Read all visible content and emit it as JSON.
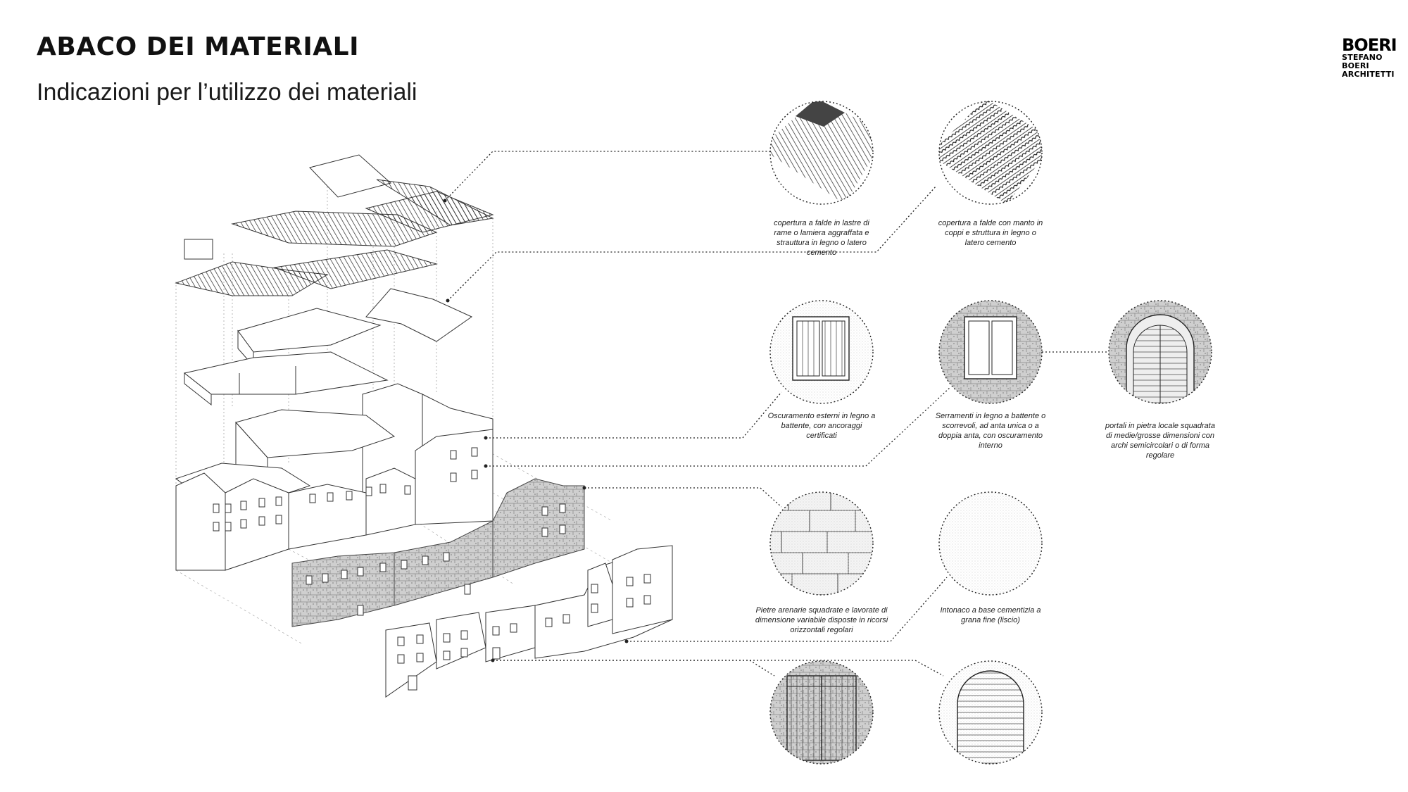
{
  "header": {
    "title": "ABACO DEI MATERIALI",
    "subtitle": "Indicazioni per l’utilizzo dei materiali"
  },
  "logo": {
    "mark": "BOERI",
    "line1": "STEFANO",
    "line2": "BOERI",
    "line3": "ARCHITETTI"
  },
  "materials": [
    {
      "id": "roof-copper",
      "caption": "copertura a falde in lastre di rame o lamiera aggraffata e strauttura in legno o latero cemento"
    },
    {
      "id": "roof-tiles",
      "caption": "copertura a falde con manto in coppi e struttura in legno o latero cemento"
    },
    {
      "id": "shutters",
      "caption": "Oscuramento esterni in legno a battente, con ancoraggi certificati"
    },
    {
      "id": "windows",
      "caption": "Serramenti in legno a battente o scorrevoli, ad anta unica o a doppia anta, con oscuramento interno"
    },
    {
      "id": "stone-portal",
      "caption": "portali in pietra locale squadrata di medie/grosse dimensioni con archi semicircolari o di forma regolare"
    },
    {
      "id": "sandstone",
      "caption": "Pietre arenarie squadrate e lavorate di dimensione variabile disposte in ricorsi orizzontali regolari"
    },
    {
      "id": "plaster",
      "caption": "Intonaco a base cementizia a grana fine (liscio)"
    },
    {
      "id": "wood-door",
      "caption": ""
    },
    {
      "id": "arched-door",
      "caption": ""
    }
  ],
  "colors": {
    "ink": "#222222",
    "stone": "#9a9a9a",
    "background": "#ffffff"
  }
}
